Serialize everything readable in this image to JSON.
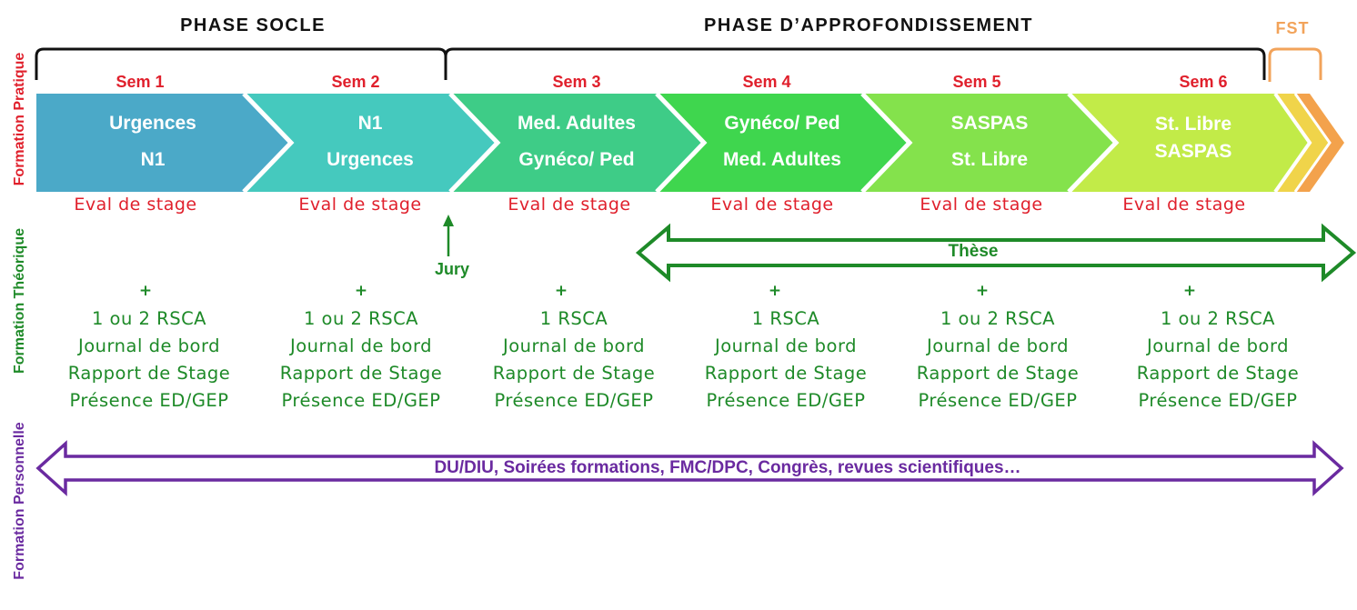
{
  "phases": {
    "socle": "PHASE SOCLE",
    "approfondissement": "PHASE D’APPROFONDISSEMENT",
    "fst": "FST"
  },
  "side_labels": {
    "pratique": "Formation Pratique",
    "theorique": "Formation Théorique",
    "personnelle": "Formation Personnelle"
  },
  "semesters": [
    {
      "label": "Sem 1",
      "line1": "Urgences",
      "line2": "N1",
      "eval": "Eval de stage",
      "color": "#4BA9C8",
      "reqs": [
        "1 ou 2 RSCA",
        "Journal de bord",
        "Rapport de Stage",
        "Présence ED/GEP"
      ]
    },
    {
      "label": "Sem 2",
      "line1": "N1",
      "line2": "Urgences",
      "eval": "Eval de stage",
      "color": "#45C9BE",
      "reqs": [
        "1 ou 2 RSCA",
        "Journal de bord",
        "Rapport de Stage",
        "Présence ED/GEP"
      ]
    },
    {
      "label": "Sem 3",
      "line1": "Med. Adultes",
      "line2": "Gynéco/ Ped",
      "eval": "Eval de stage",
      "color": "#3ECC87",
      "reqs": [
        "1 RSCA",
        "Journal de bord",
        "Rapport de Stage",
        "Présence ED/GEP"
      ]
    },
    {
      "label": "Sem 4",
      "line1": "Gynéco/ Ped",
      "line2": "Med. Adultes",
      "eval": "Eval de stage",
      "color": "#3FD64E",
      "reqs": [
        "1 RSCA",
        "Journal de bord",
        "Rapport de Stage",
        "Présence ED/GEP"
      ]
    },
    {
      "label": "Sem 5",
      "line1": "SASPAS",
      "line2": "St. Libre",
      "eval": "Eval de stage",
      "color": "#84E24C",
      "reqs": [
        "1 ou 2 RSCA",
        "Journal de bord",
        "Rapport de Stage",
        "Présence ED/GEP"
      ]
    },
    {
      "label": "Sem 6",
      "line1": "St. Libre",
      "line2": "SASPAS",
      "eval": "Eval de stage",
      "color": "#C2EB48",
      "reqs": [
        "1 ou 2 RSCA",
        "Journal de bord",
        "Rapport de Stage",
        "Présence ED/GEP"
      ]
    }
  ],
  "plus_sign": "+",
  "jury": "Jury",
  "these": "Thèse",
  "personnelle_text": "DU/DIU, Soirées formations, FMC/DPC, Congrès, revues scientifiques…",
  "colors": {
    "red": "#E0202C",
    "green": "#1E8A28",
    "purple": "#6A2AA0",
    "fst_yellow": "#F0D44A",
    "fst_orange": "#F3A24C"
  }
}
